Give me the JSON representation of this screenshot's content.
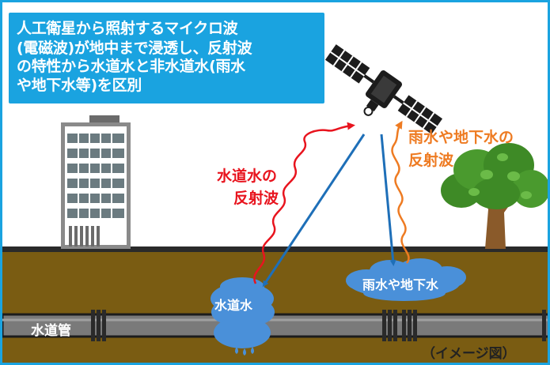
{
  "callout": {
    "lines": [
      "人工衛星から照射するマイクロ波",
      "(電磁波)が地中まで浸透し、反射波",
      "の特性から水道水と非水道水(雨水",
      "や地下水等)を区別"
    ]
  },
  "labels": {
    "tap_reflect_line1": "水道水の",
    "tap_reflect_line2": "反射波",
    "rain_reflect_line1": "雨水や地下水の",
    "rain_reflect_line2": "反射波",
    "tap_water": "水道水",
    "rain_ground_water": "雨水や地下水",
    "water_pipe": "水道管",
    "image_note": "（イメージ図）"
  },
  "colors": {
    "frame": "#1aa3e0",
    "tap_wave": "#e8141e",
    "rain_wave": "#ee7b22",
    "incident_wave": "#1e6fb8",
    "soil": "#7a5c12",
    "water_puddle": "#4a90d9"
  },
  "icons": [
    "satellite-icon",
    "building-icon",
    "tree-icon",
    "water-drop-icon"
  ]
}
